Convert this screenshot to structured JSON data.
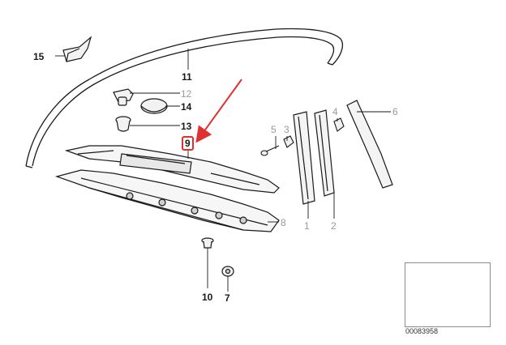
{
  "diagram": {
    "labels": [
      {
        "id": "15",
        "text": "15",
        "style": "bold"
      },
      {
        "id": "11",
        "text": "11",
        "style": "bold"
      },
      {
        "id": "12",
        "text": "12",
        "style": "grey"
      },
      {
        "id": "14",
        "text": "14",
        "style": "bold"
      },
      {
        "id": "13",
        "text": "13",
        "style": "bold"
      },
      {
        "id": "9",
        "text": "9",
        "style": "bold",
        "highlighted": true
      },
      {
        "id": "5",
        "text": "5",
        "style": "grey"
      },
      {
        "id": "3",
        "text": "3",
        "style": "grey"
      },
      {
        "id": "4",
        "text": "4",
        "style": "grey"
      },
      {
        "id": "6",
        "text": "6",
        "style": "grey"
      },
      {
        "id": "8",
        "text": "8",
        "style": "grey"
      },
      {
        "id": "1",
        "text": "1",
        "style": "grey"
      },
      {
        "id": "2",
        "text": "2",
        "style": "grey"
      },
      {
        "id": "10",
        "text": "10",
        "style": "bold"
      },
      {
        "id": "7",
        "text": "7",
        "style": "bold"
      }
    ],
    "highlight_color": "#e03030",
    "ink_color": "#1a1a1a",
    "muted_color": "#9a9a9a",
    "thumbnail_code": "00083958"
  }
}
